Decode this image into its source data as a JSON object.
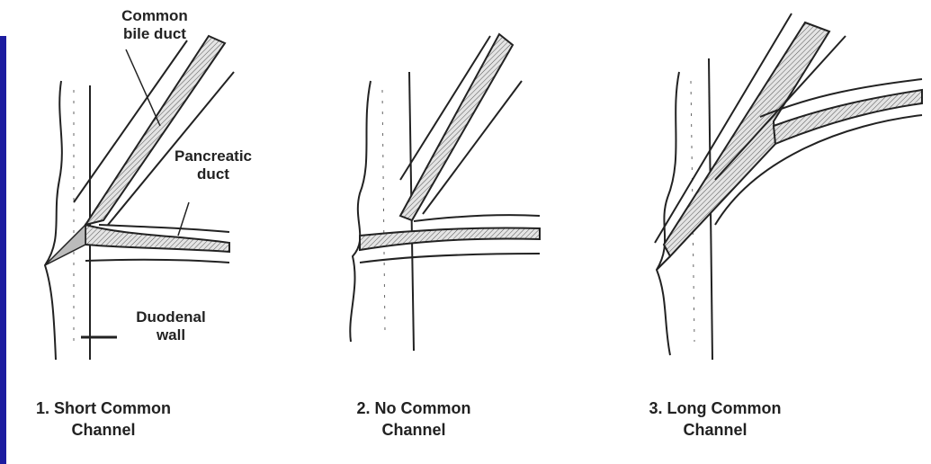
{
  "colors": {
    "edge_bar": "#1c1ca0",
    "ink": "#222222",
    "duct_shade": "#c8c8c8"
  },
  "labels": {
    "common_bile_duct_1": "Common",
    "common_bile_duct_2": "bile duct",
    "pancreatic_duct_1": "Pancreatic",
    "pancreatic_duct_2": "duct",
    "duodenal_wall_1": "Duodenal",
    "duodenal_wall_2": "wall"
  },
  "captions": [
    {
      "line1": "1. Short Common",
      "line2": "Channel"
    },
    {
      "line1": "2. No Common",
      "line2": "Channel"
    },
    {
      "line1": "3. Long Common",
      "line2": "Channel"
    }
  ]
}
